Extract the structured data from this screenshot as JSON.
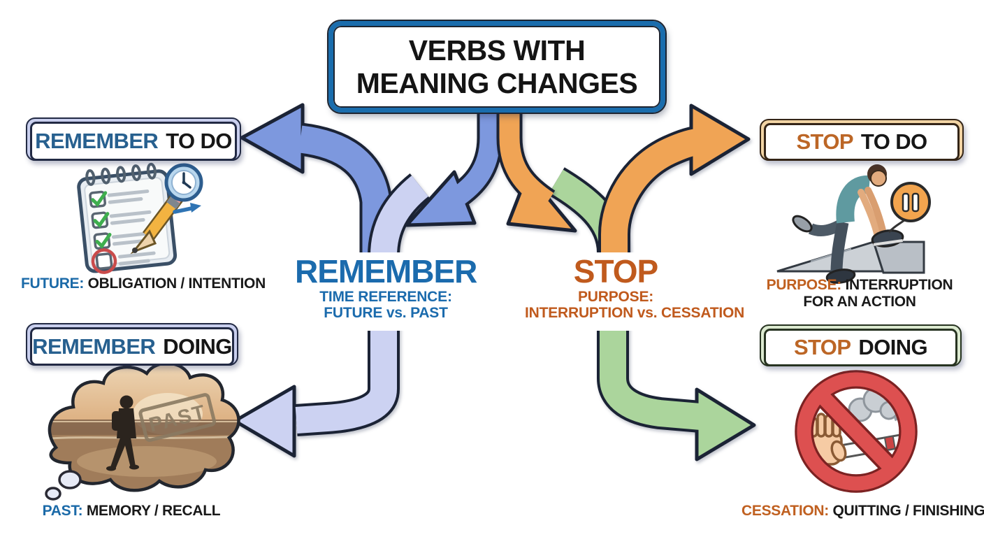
{
  "title": {
    "line1": "VERBS WITH",
    "line2": "MEANING CHANGES"
  },
  "remember": {
    "heading": "REMEMBER",
    "sub1": "TIME REFERENCE:",
    "sub2": "FUTURE vs. PAST",
    "to_do": {
      "verb": "REMEMBER",
      "rest": "TO DO",
      "caption_key": "FUTURE:",
      "caption_rest": "OBLIGATION / INTENTION",
      "icon": "checklist-with-clock"
    },
    "doing": {
      "verb": "REMEMBER",
      "rest": "DOING",
      "caption_key": "PAST:",
      "caption_rest": "MEMORY / RECALL",
      "stamp": "PAST",
      "icon": "thought-bubble-beach-memory"
    }
  },
  "stop": {
    "heading": "STOP",
    "sub1": "PURPOSE:",
    "sub2": "INTERRUPTION vs. CESSATION",
    "to_do": {
      "verb": "STOP",
      "rest": "TO DO",
      "caption_key": "PURPOSE:",
      "caption_line1": "INTERRUPTION",
      "caption_line2": "FOR AN ACTION",
      "icon": "person-tying-shoe-pause"
    },
    "doing": {
      "verb": "STOP",
      "rest": "DOING",
      "caption_key": "CESSATION:",
      "caption_rest": "QUITTING / FINISHING",
      "icon": "no-smoking-sign"
    }
  },
  "colors": {
    "title_border": "#1a6dad",
    "remember_blue": "#1b6bad",
    "box_verb_blue": "#27608f",
    "stop_orange": "#c05a1d",
    "text_dark": "#191919",
    "arrow_blue": "#7d98de",
    "arrow_lavender": "#ccd2f2",
    "arrow_orange": "#f0a455",
    "arrow_green": "#abd59c",
    "arrow_outline": "#1b2335",
    "border_lavender": "#c9cfee",
    "border_peach": "#f2d4a4",
    "border_green": "#dcead0",
    "prohibition_red": "#dd5050"
  }
}
